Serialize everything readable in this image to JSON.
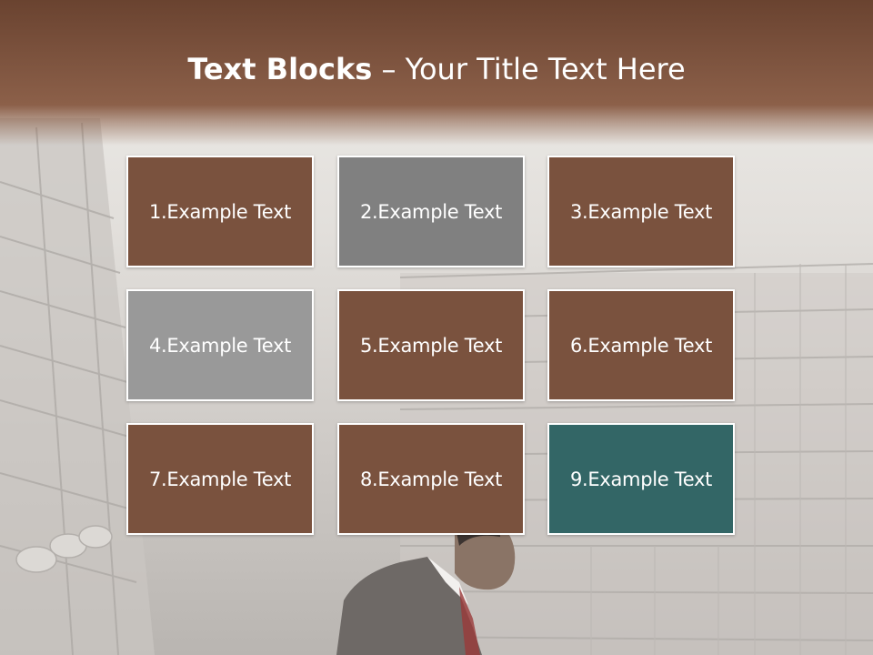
{
  "title": {
    "bold": "Text Blocks",
    "dash": " – ",
    "rest": "Your Title Text Here"
  },
  "colors": {
    "header": "#80563f",
    "block_brown": "#7a523e",
    "block_gray_dark": "#808080",
    "block_gray_light": "#999999",
    "block_teal": "#336666"
  },
  "blocks": [
    {
      "label": "1.Example Text",
      "color": "#7a523e"
    },
    {
      "label": "2.Example Text",
      "color": "#808080"
    },
    {
      "label": "3.Example Text",
      "color": "#7a523e"
    },
    {
      "label": "4.Example Text",
      "color": "#999999"
    },
    {
      "label": "5.Example Text",
      "color": "#7a523e"
    },
    {
      "label": "6.Example Text",
      "color": "#7a523e"
    },
    {
      "label": "7.Example Text",
      "color": "#7a523e"
    },
    {
      "label": "8.Example Text",
      "color": "#7a523e"
    },
    {
      "label": "9.Example Text",
      "color": "#336666"
    }
  ]
}
